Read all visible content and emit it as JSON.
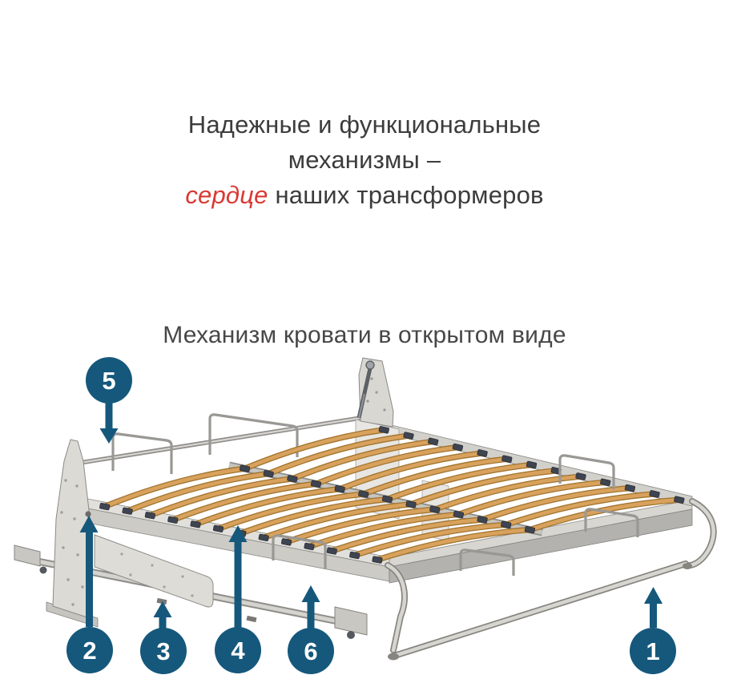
{
  "page": {
    "background": "#FFFFFF"
  },
  "heading": {
    "line1": "Надежные и функциональные",
    "line2": "механизмы –",
    "line3_accent": "сердце",
    "line3_rest": "наших трансформеров"
  },
  "diagram": {
    "caption": "Механизм кровати в открытом виде",
    "subject": "bed-mechanism-open-view",
    "callouts": [
      {
        "label": "5"
      },
      {
        "label": "2"
      },
      {
        "label": "3"
      },
      {
        "label": "4"
      },
      {
        "label": "6"
      },
      {
        "label": "1"
      }
    ]
  },
  "colors": {
    "callout": "#15587C",
    "accent_red": "#DA3832",
    "text_dark": "#3C3C3C",
    "slat_orange": "#D8A25D",
    "slat_edge": "#A0732E",
    "frame_light": "#DCDAD4",
    "frame_dark": "#B4B2AE",
    "clip_dark": "#3E4450"
  }
}
